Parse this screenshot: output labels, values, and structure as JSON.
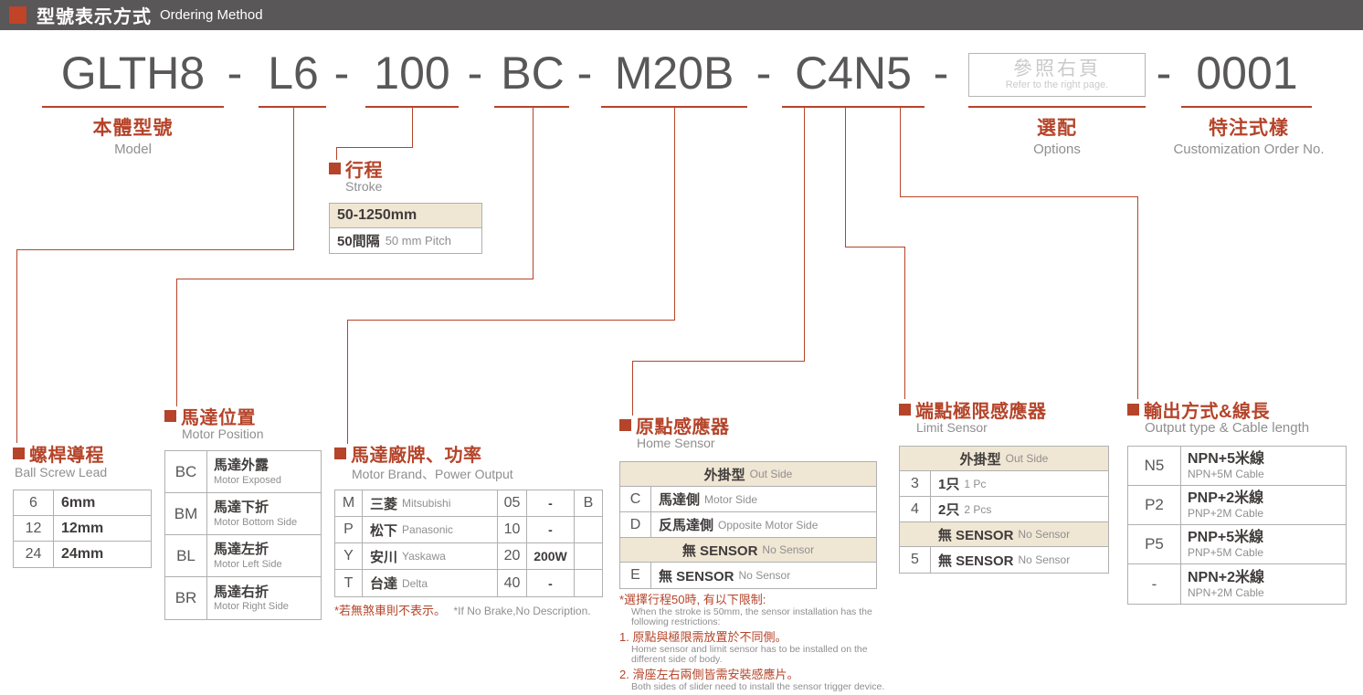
{
  "header": {
    "title_zh": "型號表示方式",
    "title_en": "Ordering Method"
  },
  "model_code": {
    "segments": [
      "GLTH8",
      "L6",
      "100",
      "BC",
      "M20B",
      "C4N5"
    ],
    "separator": "-",
    "options_box": {
      "zh": "參照右頁",
      "en": "Refer to the right page."
    },
    "order_no": "0001"
  },
  "labels": {
    "model": {
      "zh": "本體型號",
      "en": "Model"
    },
    "options": {
      "zh": "選配",
      "en": "Options"
    },
    "customization": {
      "zh": "特注式樣",
      "en": "Customization Order No."
    }
  },
  "stroke": {
    "title_zh": "行程",
    "title_en": "Stroke",
    "rows": [
      {
        "main": "50-1250mm",
        "sub": ""
      },
      {
        "main": "50間隔",
        "sub": "50 mm Pitch"
      }
    ]
  },
  "ball_screw_lead": {
    "title_zh": "螺桿導程",
    "title_en": "Ball Screw Lead",
    "rows": [
      {
        "code": "6",
        "value": "6mm"
      },
      {
        "code": "12",
        "value": "12mm"
      },
      {
        "code": "24",
        "value": "24mm"
      }
    ]
  },
  "motor_position": {
    "title_zh": "馬達位置",
    "title_en": "Motor Position",
    "rows": [
      {
        "code": "BC",
        "zh": "馬達外露",
        "en": "Motor Exposed"
      },
      {
        "code": "BM",
        "zh": "馬達下折",
        "en": "Motor Bottom Side"
      },
      {
        "code": "BL",
        "zh": "馬達左折",
        "en": "Motor Left Side"
      },
      {
        "code": "BR",
        "zh": "馬達右折",
        "en": "Motor Right Side"
      }
    ]
  },
  "motor_brand": {
    "title_zh": "馬達廠牌、功率",
    "title_en": "Motor Brand、Power Output",
    "rows": [
      {
        "code": "M",
        "zh": "三菱",
        "en": "Mitsubishi",
        "power_code": "05",
        "power": "-",
        "brake": "B"
      },
      {
        "code": "P",
        "zh": "松下",
        "en": "Panasonic",
        "power_code": "10",
        "power": "-",
        "brake": ""
      },
      {
        "code": "Y",
        "zh": "安川",
        "en": "Yaskawa",
        "power_code": "20",
        "power": "200W",
        "brake": ""
      },
      {
        "code": "T",
        "zh": "台達",
        "en": "Delta",
        "power_code": "40",
        "power": "-",
        "brake": ""
      }
    ],
    "footnote_zh": "*若無煞車則不表示。",
    "footnote_en": "*If No Brake,No Description."
  },
  "home_sensor": {
    "title_zh": "原點感應器",
    "title_en": "Home Sensor",
    "group1": {
      "zh": "外掛型",
      "en": "Out Side"
    },
    "rows1": [
      {
        "code": "C",
        "zh": "馬達側",
        "en": "Motor Side"
      },
      {
        "code": "D",
        "zh": "反馬達側",
        "en": "Opposite Motor Side"
      }
    ],
    "group2": {
      "zh": "無 SENSOR",
      "en": "No Sensor"
    },
    "rows2": [
      {
        "code": "E",
        "zh": "無 SENSOR",
        "en": "No Sensor"
      }
    ],
    "notes": {
      "title_zh": "*選擇行程50時, 有以下限制:",
      "title_en": "When the stroke is 50mm, the sensor installation has the following restrictions:",
      "item1_zh": "1. 原點與極限需放置於不同側。",
      "item1_en": "Home sensor and limit sensor has to be installed on the different side of body.",
      "item2_zh": "2. 滑座左右兩側皆需安裝感應片。",
      "item2_en": "Both sides of slider need to install the sensor trigger device."
    }
  },
  "limit_sensor": {
    "title_zh": "端點極限感應器",
    "title_en": "Limit Sensor",
    "group1": {
      "zh": "外掛型",
      "en": "Out Side"
    },
    "rows1": [
      {
        "code": "3",
        "zh": "1只",
        "en": "1 Pc"
      },
      {
        "code": "4",
        "zh": "2只",
        "en": "2 Pcs"
      }
    ],
    "group2": {
      "zh": "無 SENSOR",
      "en": "No Sensor"
    },
    "rows2": [
      {
        "code": "5",
        "zh": "無 SENSOR",
        "en": "No Sensor"
      }
    ]
  },
  "output": {
    "title_zh": "輸出方式&線長",
    "title_en": "Output type & Cable length",
    "rows": [
      {
        "code": "N5",
        "zh": "NPN+5米線",
        "en": "NPN+5M Cable"
      },
      {
        "code": "P2",
        "zh": "PNP+2米線",
        "en": "PNP+2M Cable"
      },
      {
        "code": "P5",
        "zh": "PNP+5米線",
        "en": "PNP+5M Cable"
      },
      {
        "code": "-",
        "zh": "NPN+2米線",
        "en": "NPN+2M Cable"
      }
    ]
  },
  "colors": {
    "accent": "#b5442a",
    "header_bg": "#595757",
    "header_square": "#c14328",
    "table_header_bg": "#f0e6d4",
    "border": "#b0b0b1",
    "muted_text": "#8f8f90",
    "dark_text": "#3f3c3b"
  }
}
